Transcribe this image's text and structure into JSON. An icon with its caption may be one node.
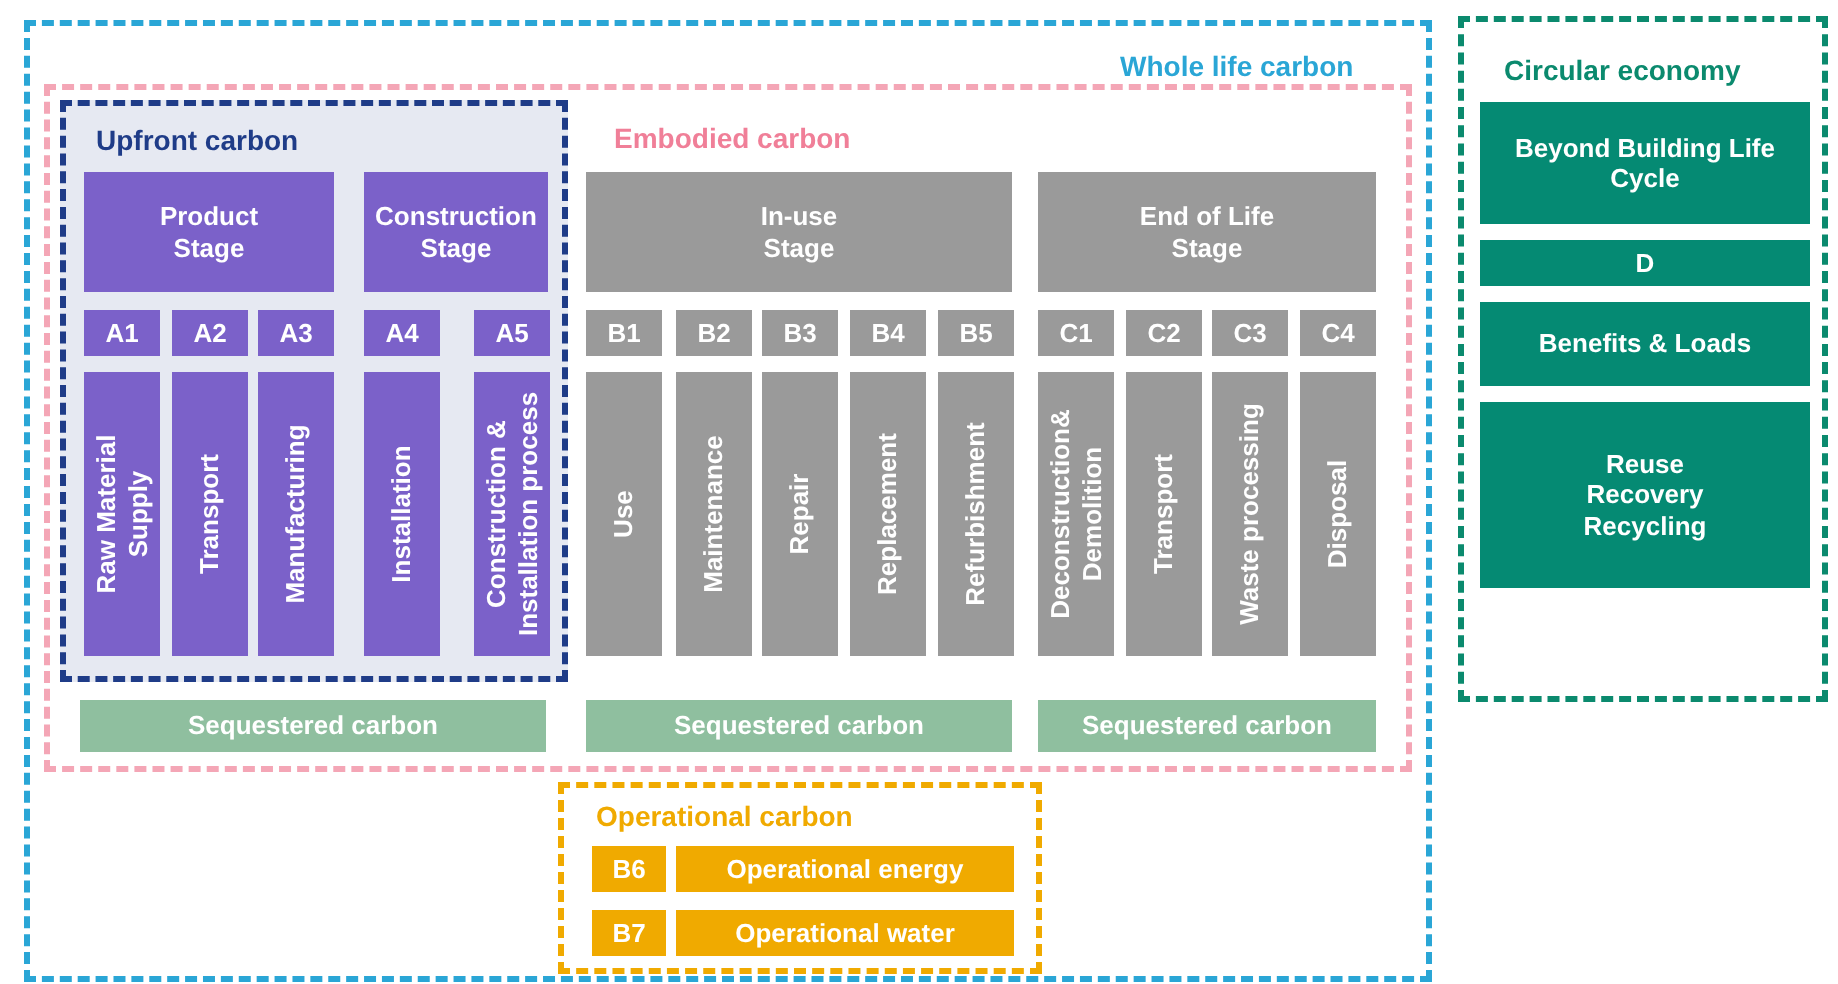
{
  "diagram": {
    "nodes": [
      {
        "text": [
          "Whole life carbon"
        ]
      },
      {
        "text": [
          "Embodied carbon"
        ],
        "in": 0
      },
      {
        "text": [
          "Upfront carbon"
        ],
        "in": 1
      },
      {
        "text": [
          "Product Stage"
        ],
        "in": 2
      },
      {
        "text": [
          "Construction Stage"
        ],
        "in": 2
      },
      {
        "text": [
          "A1"
        ],
        "in": 2
      },
      {
        "text": [
          "A2"
        ],
        "in": 2
      },
      {
        "text": [
          "A3"
        ],
        "in": 2
      },
      {
        "text": [
          "A4"
        ],
        "in": 2
      },
      {
        "text": [
          "A5"
        ],
        "in": 2
      },
      {
        "text": [
          "Raw Material Supply"
        ],
        "in": 2
      },
      {
        "text": [
          "Transport"
        ],
        "in": 2
      },
      {
        "text": [
          "Manufacturing"
        ],
        "in": 2
      },
      {
        "text": [
          "Installation"
        ],
        "in": 2
      },
      {
        "text": [
          "Construction & Installation process"
        ],
        "in": 2
      },
      {
        "text": [
          "In-use Stage"
        ],
        "in": 1
      },
      {
        "text": [
          "End of Life Stage"
        ],
        "in": 1
      },
      {
        "text": [
          "B1"
        ],
        "in": 1
      },
      {
        "text": [
          "B2"
        ],
        "in": 1
      },
      {
        "text": [
          "B3"
        ],
        "in": 1
      },
      {
        "text": [
          "B4"
        ],
        "in": 1
      },
      {
        "text": [
          "B5"
        ],
        "in": 1
      },
      {
        "text": [
          "C1"
        ],
        "in": 1
      },
      {
        "text": [
          "C2"
        ],
        "in": 1
      },
      {
        "text": [
          "C3"
        ],
        "in": 1
      },
      {
        "text": [
          "C4"
        ],
        "in": 1
      },
      {
        "text": [
          "Use"
        ],
        "in": 1
      },
      {
        "text": [
          "Maintenance"
        ],
        "in": 1
      },
      {
        "text": [
          "Repair"
        ],
        "in": 1
      },
      {
        "text": [
          "Replacement"
        ],
        "in": 1
      },
      {
        "text": [
          "Refurbishment"
        ],
        "in": 1
      },
      {
        "text": [
          "Deconstruction& Demolition"
        ],
        "in": 1
      },
      {
        "text": [
          "Transport"
        ],
        "in": 1
      },
      {
        "text": [
          "Waste processing"
        ],
        "in": 1
      },
      {
        "text": [
          "Disposal"
        ],
        "in": 1
      },
      {
        "text": [
          "Sequestered carbon"
        ],
        "in": 1
      },
      {
        "text": [
          "Sequestered carbon"
        ],
        "in": 1
      },
      {
        "text": [
          "Sequestered carbon"
        ],
        "in": 1
      },
      {
        "text": [
          "Operational carbon"
        ],
        "in": 0
      },
      {
        "text": [
          "B6"
        ],
        "in": 38
      },
      {
        "text": [
          "Operational energy"
        ],
        "in": 38
      },
      {
        "text": [
          "B7"
        ],
        "in": 38
      },
      {
        "text": [
          "Operational water"
        ],
        "in": 38
      },
      {
        "text": [
          "Circular economy"
        ]
      },
      {
        "text": [
          "Beyond Building Life Cycle"
        ],
        "in": 43
      },
      {
        "text": [
          "D"
        ],
        "in": 43
      },
      {
        "text": [
          "Benefits & Loads"
        ],
        "in": 43
      },
      {
        "text": [
          "Reuse Recovery Recycling"
        ],
        "in": 43
      }
    ],
    "edges": []
  }
}
